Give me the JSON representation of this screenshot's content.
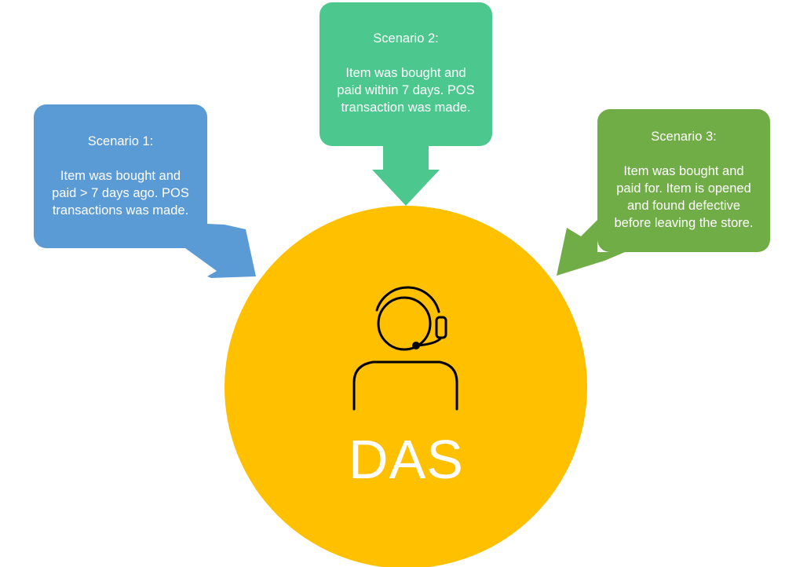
{
  "scenarios": [
    {
      "title": "Scenario 1:",
      "lines": [
        "Item was bought and",
        "paid > 7 days ago. POS",
        "transactions was made."
      ],
      "color": "#5b9bd5"
    },
    {
      "title": "Scenario 2:",
      "lines": [
        "Item was bought and",
        "paid within 7 days. POS",
        "transaction was made."
      ],
      "color": "#4cc88f"
    },
    {
      "title": "Scenario 3:",
      "lines": [
        "Item was bought and",
        "paid for. Item is opened",
        "and found defective",
        "before leaving the store."
      ],
      "color": "#70ad47"
    }
  ],
  "center": {
    "label": "DAS",
    "icon": "headset-agent-icon",
    "color": "#ffc000"
  }
}
